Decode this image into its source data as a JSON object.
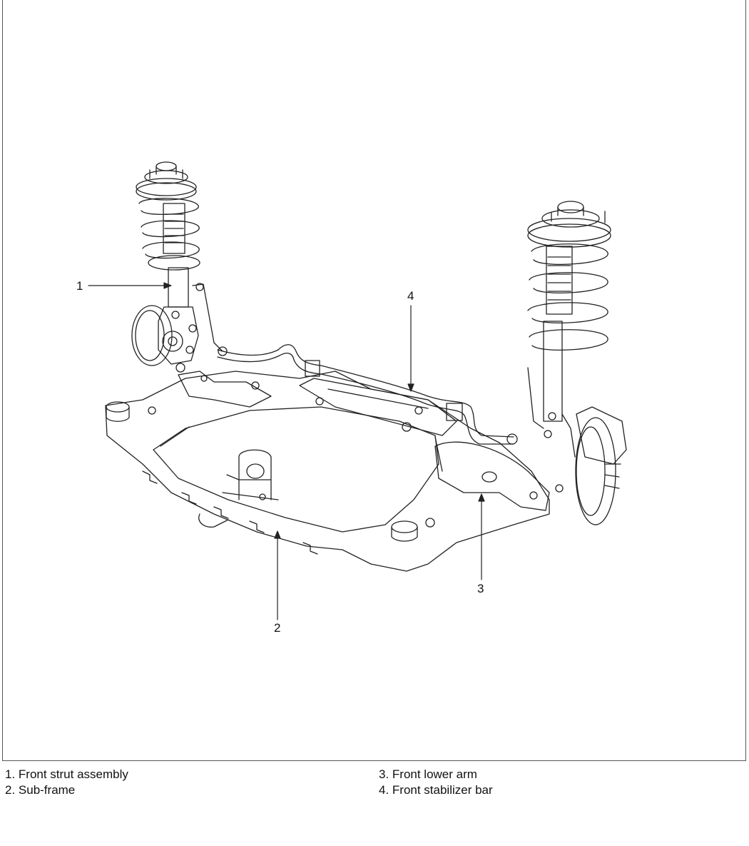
{
  "callouts": {
    "c1": "1",
    "c2": "2",
    "c3": "3",
    "c4": "4"
  },
  "legend": {
    "left": [
      "1. Front strut assembly",
      "2. Sub-frame"
    ],
    "right": [
      "3. Front lower arm",
      "4. Front stabilizer bar"
    ]
  }
}
